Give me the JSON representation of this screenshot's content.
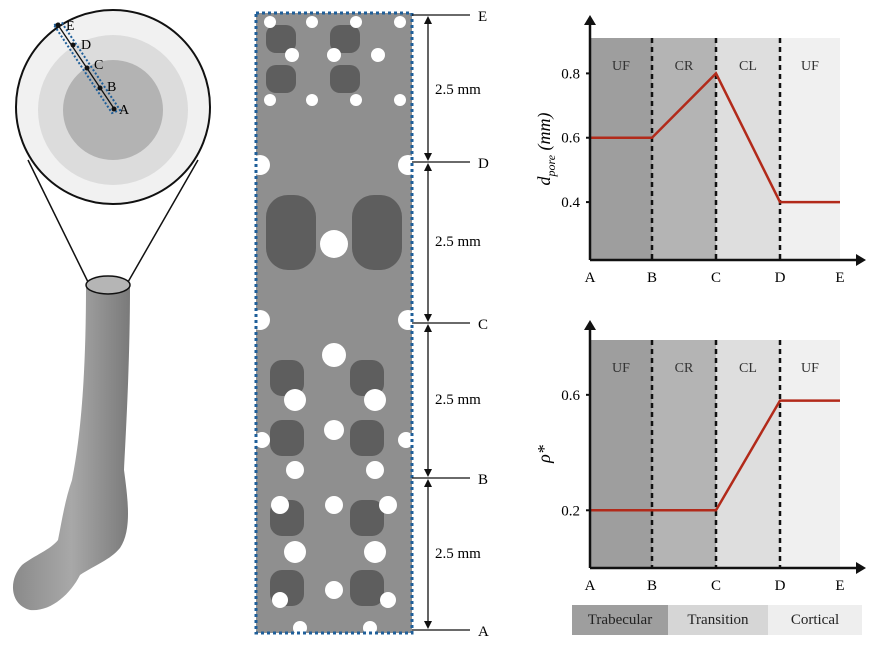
{
  "cross_section": {
    "points": [
      "E",
      "D",
      "C",
      "B",
      "A"
    ]
  },
  "scaffold": {
    "markers": [
      "E",
      "D",
      "C",
      "B",
      "A"
    ],
    "segment_label": "2.5 mm",
    "segments": [
      "2.5 mm",
      "2.5 mm",
      "2.5 mm",
      "2.5 mm"
    ]
  },
  "chart_data": [
    {
      "type": "line",
      "ylabel": "d",
      "ylabel_sub": "pore",
      "ylabel_unit": "(mm)",
      "categories": [
        "A",
        "B",
        "C",
        "D",
        "E"
      ],
      "values": [
        0.6,
        0.6,
        0.8,
        0.4,
        0.4
      ],
      "yticks": [
        "0.4",
        "0.6",
        "0.8"
      ],
      "ylim": [
        0.22,
        0.91
      ],
      "regions": [
        "UF",
        "CR",
        "CL",
        "UF"
      ],
      "line_color": "#b22a1a"
    },
    {
      "type": "line",
      "ylabel": "ρ*",
      "categories": [
        "A",
        "B",
        "C",
        "D",
        "E"
      ],
      "values": [
        0.2,
        0.2,
        0.2,
        0.58,
        0.58
      ],
      "yticks": [
        "0.2",
        "0.6"
      ],
      "ylim": [
        0.0,
        0.79
      ],
      "regions": [
        "UF",
        "CR",
        "CL",
        "UF"
      ],
      "line_color": "#b22a1a"
    }
  ],
  "legend": [
    {
      "label": "Trabecular",
      "color": "#9e9e9e"
    },
    {
      "label": "Transition",
      "color": "#d6d6d6"
    },
    {
      "label": "Cortical",
      "color": "#eeeeee"
    }
  ]
}
